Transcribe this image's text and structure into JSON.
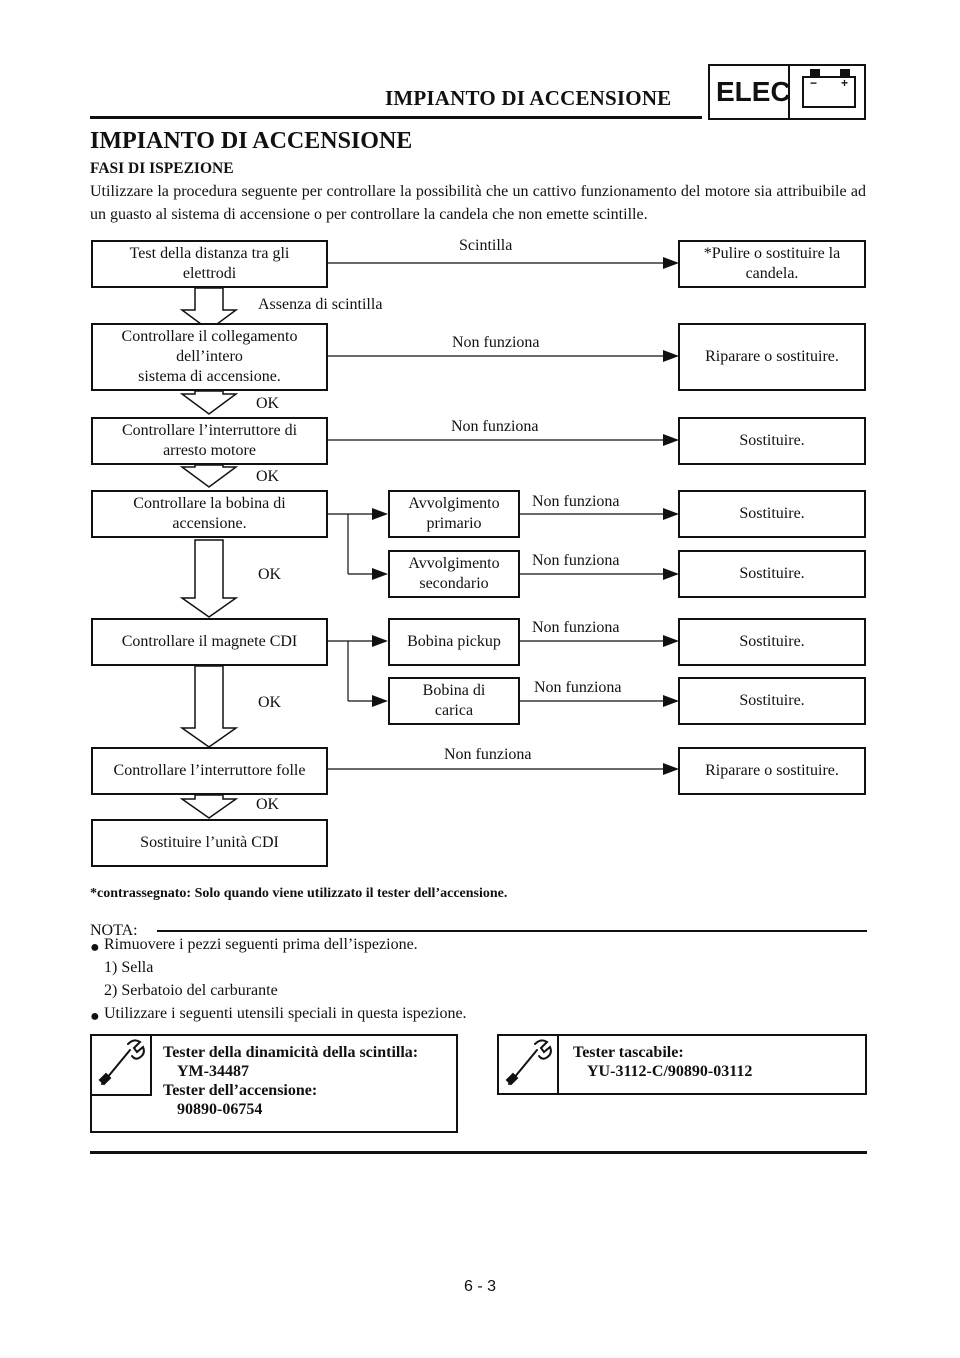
{
  "header": {
    "title": "IMPIANTO DI ACCENSIONE",
    "badge": "ELEC",
    "battery_minus": "−",
    "battery_plus": "+"
  },
  "section": {
    "title": "IMPIANTO DI ACCENSIONE",
    "subtitle": "FASI DI ISPEZIONE",
    "intro": "Utilizzare la procedura seguente per controllare la possibilità che un cattivo funzionamento del motore sia attribuibile ad un guasto al sistema di accensione o per controllare la candela che non emette scintille."
  },
  "flowchart": {
    "steps": [
      "Test della distanza tra gli\nelettrodi",
      "Controllare il collegamento\ndell’intero\nsistema di accensione.",
      "Controllare l’interruttore di\narresto motore",
      "Controllare la bobina di\naccensione.",
      "Controllare il magnete CDI",
      "Controllare l’interruttore folle",
      "Sostituire l’unità CDI"
    ],
    "subchecks": [
      "Avvolgimento\nprimario",
      "Avvolgimento\nsecondario",
      "Bobina pickup",
      "Bobina di\ncarica"
    ],
    "outcomes": [
      "*Pulire o sostituire la\ncandela.",
      "Riparare o sostituire.",
      "Sostituire.",
      "Sostituire.",
      "Sostituire.",
      "Sostituire.",
      "Sostituire.",
      "Riparare o sostituire."
    ],
    "branch_labels": {
      "spark": "Scintilla",
      "fail": "Non funziona"
    },
    "flow_labels": {
      "no_spark": "Assenza di scintilla",
      "ok": "OK"
    }
  },
  "footnote": "*contrassegnato: Solo quando viene utilizzato il tester dell’accensione.",
  "note": {
    "label": "NOTA:",
    "bullet1": "Rimuovere i pezzi seguenti prima dell’ispezione.",
    "items": [
      "1)  Sella",
      "2)  Serbatoio del carburante"
    ],
    "bullet2": "Utilizzare i seguenti utensili speciali in questa ispezione."
  },
  "tools": [
    {
      "lines": [
        "Tester della dinamicità della scintilla:",
        "YM-34487",
        "Tester dell’accensione:",
        "90890-06754"
      ]
    },
    {
      "lines": [
        "Tester tascabile:",
        "YU-3112-C/90890-03112"
      ]
    }
  ],
  "page_number": "6 - 3"
}
